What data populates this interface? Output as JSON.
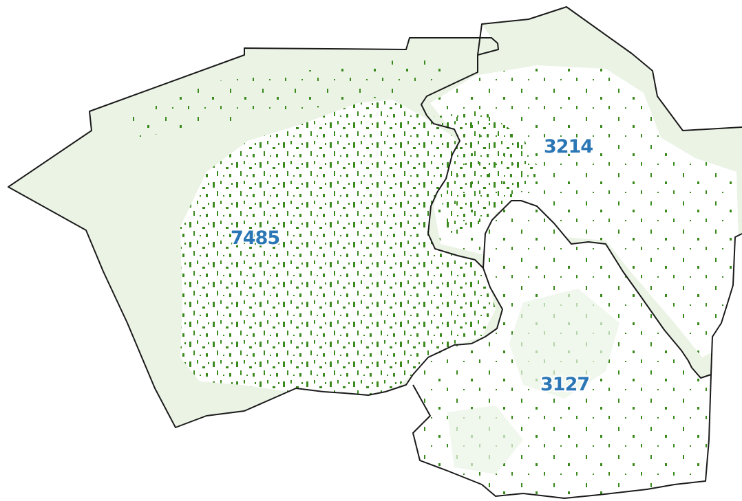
{
  "colors": {
    "background": "#ffffff",
    "region_fill": "#eaf3e4",
    "urban_core": "#ffffff",
    "speckle": "#3b8a1e",
    "boundary": "#1a1a1a",
    "label": "#2b77b5"
  },
  "regions": [
    {
      "id": "west",
      "label": "7485"
    },
    {
      "id": "northeast",
      "label": "3214"
    },
    {
      "id": "southeast",
      "label": "3127"
    }
  ]
}
